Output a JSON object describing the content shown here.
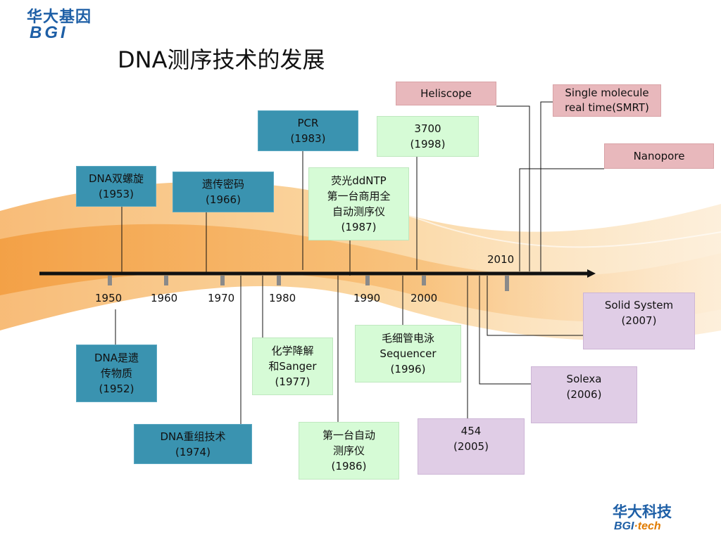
{
  "title": "DNA测序技术的发展",
  "logo_top": {
    "cn": "华大基因",
    "en": "BGI"
  },
  "logo_bottom": {
    "cn": "华大科技",
    "en_a": "BGI",
    "en_b": "·tech"
  },
  "axis_years": [
    "1950",
    "1960",
    "1970",
    "1980",
    "1990",
    "2000",
    "2010"
  ],
  "events": {
    "helix": [
      "DNA双螺旋",
      "(1953)"
    ],
    "code": [
      "遗传密码",
      "(1966)"
    ],
    "pcr": [
      "PCR",
      "(1983)"
    ],
    "fluor": [
      "荧光ddNTP",
      "第一台商用全",
      "自动测序仪",
      "(1987)"
    ],
    "abi3700": [
      "3700",
      "(1998)"
    ],
    "heliscope": [
      "Heliscope"
    ],
    "smrt": [
      "Single molecule",
      "real time(SMRT)"
    ],
    "nanopore": [
      "Nanopore"
    ],
    "genetic": [
      "DNA是遗",
      "传物质",
      "(1952)"
    ],
    "recomb": [
      "DNA重组技术",
      "(1974)"
    ],
    "sanger": [
      "化学降解",
      "和Sanger",
      "(1977)"
    ],
    "firstauto": [
      "第一台自动",
      "测序仪",
      "(1986)"
    ],
    "capillary": [
      "毛细管电泳",
      "Sequencer",
      "(1996)"
    ],
    "r454": [
      "454",
      "(2005)"
    ],
    "solexa": [
      "Solexa",
      "(2006)"
    ],
    "solid": [
      "Solid System",
      "(2007)"
    ]
  },
  "colors": {
    "blue_box": "#3a93b0",
    "green_box": "#d6fbd6",
    "pink_box": "#e8b8bc",
    "purple_box": "#e0cde6",
    "brand": "#1e5fa6",
    "wave": "#f0a040"
  }
}
